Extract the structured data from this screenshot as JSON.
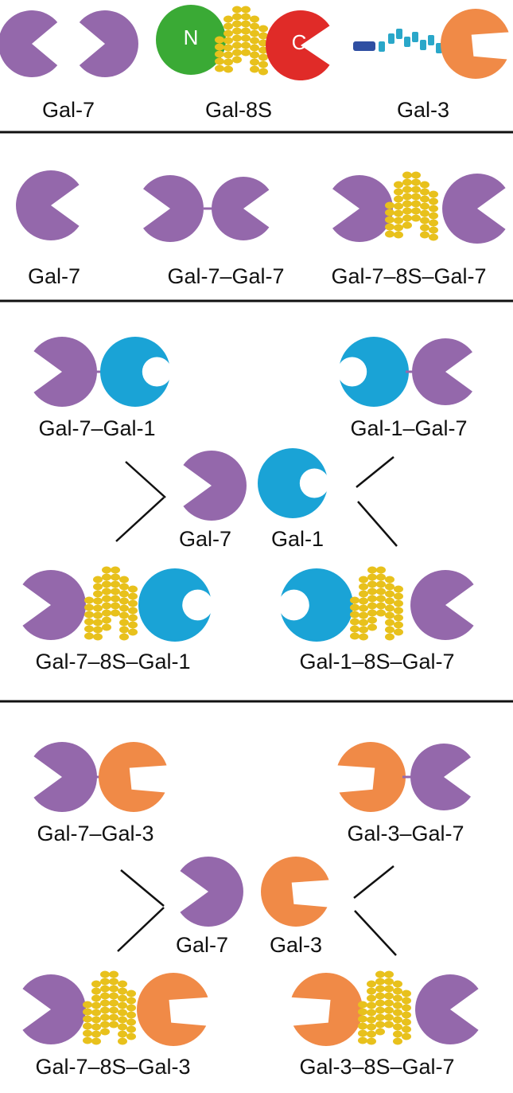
{
  "colors": {
    "gal7": "#9468ab",
    "gal1": "#1aa3d6",
    "gal3": "#f08a47",
    "gal8_n": "#3aaa35",
    "gal8_c": "#e02b28",
    "linker": "#e8c11c",
    "tail_tip": "#2f4fa2",
    "tail": "#2aa7c9",
    "divider": "#111111"
  },
  "section1": {
    "gal7": "Gal-7",
    "gal8s": "Gal-8S",
    "gal8s_n": "N",
    "gal8s_c": "C",
    "gal3": "Gal-3"
  },
  "section2": {
    "gal7": "Gal-7",
    "gal7_gal7": "Gal-7–Gal-7",
    "gal7_8s_gal7": "Gal-7–8S–Gal-7"
  },
  "section3": {
    "gal7_gal1": "Gal-7–Gal-1",
    "gal1_gal7": "Gal-1–Gal-7",
    "gal7": "Gal-7",
    "gal1": "Gal-1",
    "gal7_8s_gal1": "Gal-7–8S–Gal-1",
    "gal1_8s_gal7": "Gal-1–8S–Gal-7"
  },
  "section4": {
    "gal7_gal3": "Gal-7–Gal-3",
    "gal3_gal7": "Gal-3–Gal-7",
    "gal7": "Gal-7",
    "gal3": "Gal-3",
    "gal7_8s_gal3": "Gal-7–8S–Gal-3",
    "gal3_8s_gal7": "Gal-3–8S–Gal-7"
  }
}
